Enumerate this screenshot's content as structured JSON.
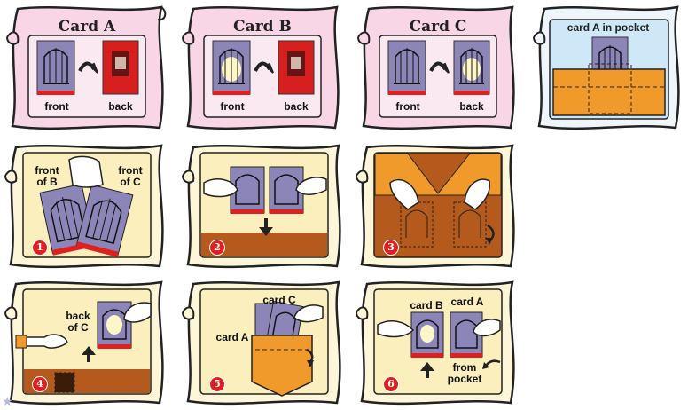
{
  "panels": {
    "card_a": {
      "title": "Card A",
      "front": "front",
      "back": "back"
    },
    "card_b": {
      "title": "Card B",
      "front": "front",
      "back": "back"
    },
    "card_c": {
      "title": "Card C",
      "front": "front",
      "back": "back"
    },
    "pocket": {
      "title": "card A in pocket"
    }
  },
  "steps": [
    {
      "number": "1",
      "label_left": "front\nof B",
      "label_right": "front\nof C"
    },
    {
      "number": "2"
    },
    {
      "number": "3"
    },
    {
      "number": "4",
      "label": "back\nof C"
    },
    {
      "number": "5",
      "label_top": "card C",
      "label_left": "card A"
    },
    {
      "number": "6",
      "label_b": "card B",
      "label_a": "card A",
      "label_from": "from\npocket"
    }
  ],
  "colors": {
    "scroll_pink": "#f8d6e6",
    "scroll_cream": "#fbefbd",
    "scroll_blue": "#cfe8f8",
    "pocket_orange": "#f19a2c",
    "floor_brown": "#b45a1c",
    "step_red": "#e02020"
  }
}
